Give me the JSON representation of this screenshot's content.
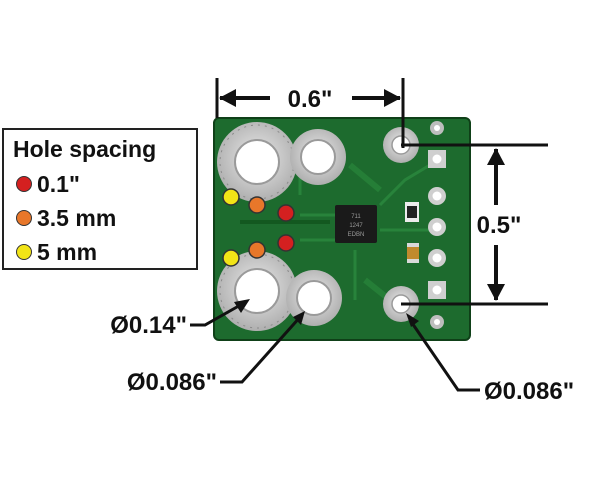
{
  "legend": {
    "title": "Hole spacing",
    "items": [
      {
        "label": "0.1\"",
        "color": "#d42020"
      },
      {
        "label": "3.5 mm",
        "color": "#e8772a"
      },
      {
        "label": "5 mm",
        "color": "#f2e417"
      }
    ]
  },
  "dimensions": {
    "width": "0.6\"",
    "height": "0.5\""
  },
  "holes": {
    "large": "Ø0.14\"",
    "small_left": "Ø0.086\"",
    "small_right": "Ø0.086\""
  },
  "chip": {
    "lines": [
      "711",
      "1247",
      "EDBN"
    ]
  },
  "colors": {
    "pcb": "#1d6b2e",
    "pcb_dark": "#14541f",
    "pad": "#c9c9c9",
    "arrow": "#111111"
  }
}
